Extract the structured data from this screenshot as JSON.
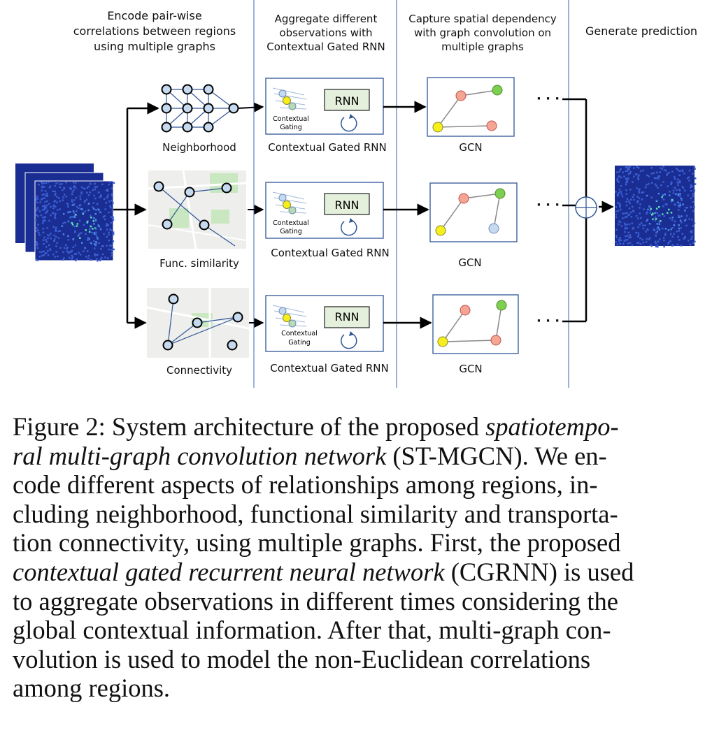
{
  "header": {
    "col1": [
      "Encode pair-wise",
      "correlations between regions",
      "using multiple graphs"
    ],
    "col2": [
      "Aggregate different",
      "observations with",
      "Contextual Gated RNN"
    ],
    "col3": [
      "Capture spatial dependency",
      "with graph convolution on",
      "multiple graphs"
    ],
    "col4": [
      "Generate prediction"
    ]
  },
  "rows": [
    {
      "graph_label": "Neighborhood",
      "rnn_label": "Contextual Gated RNN",
      "gcn_label": "GCN"
    },
    {
      "graph_label": "Func. similarity",
      "rnn_label": "Contextual Gated RNN",
      "gcn_label": "GCN"
    },
    {
      "graph_label": "Connectivity",
      "rnn_label": "Contextual Gated RNN",
      "gcn_label": "GCN"
    }
  ],
  "rnn_box": {
    "rnn": "RNN",
    "gating_1": "Contextual",
    "gating_2": "Gating"
  },
  "ellipsis": "· · ·",
  "colors": {
    "node_light_blue": "#c5d9ef",
    "node_salmon": "#f5a593",
    "node_green": "#7ccf4f",
    "node_yellow": "#f7ee1d",
    "rnn_fill": "#e4efdc",
    "heatmap_bg": "#1a2d93"
  },
  "caption": {
    "line1": "Figure 2: System architecture of the proposed ",
    "line1_it": "spatiotempo-",
    "line2_it": "ral multi-graph convolution network",
    "line2": " (ST-MGCN). We en-",
    "line3": "code different aspects of relationships among regions, in-",
    "line4": "cluding neighborhood, functional similarity and transporta-",
    "line5": "tion connectivity, using multiple graphs. First, the proposed",
    "line6_it": "contextual gated recurrent neural network",
    "line6": " (CGRNN) is used",
    "line7": "to aggregate observations in different times considering the",
    "line8": "global contextual information. After that, multi-graph con-",
    "line9": "volution is used to model the non-Euclidean correlations",
    "line10": "among regions."
  }
}
